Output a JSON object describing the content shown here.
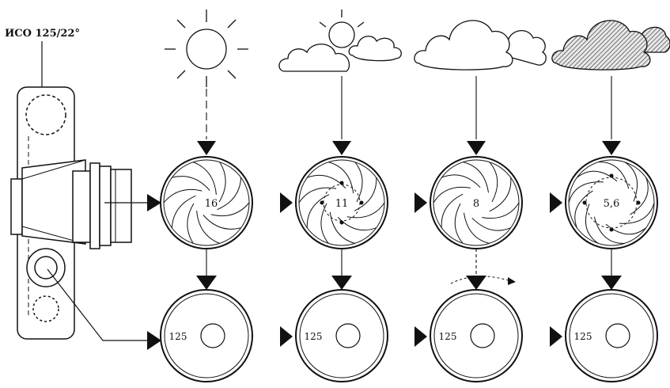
{
  "iso_label": "ИСО 125/22°",
  "columns": [
    {
      "weather": "sun",
      "aperture": "16",
      "shutter": "125"
    },
    {
      "weather": "sun-clouds",
      "aperture": "11",
      "shutter": "125"
    },
    {
      "weather": "clouds",
      "aperture": "8",
      "shutter": "125"
    },
    {
      "weather": "dark-clouds",
      "aperture": "5,6",
      "shutter": "125"
    }
  ],
  "icons": {
    "camera": "camera-icon",
    "sun": "sun-icon",
    "cloud": "cloud-icon",
    "iris": "aperture-diaphragm-icon",
    "dial": "shutter-speed-dial-icon"
  },
  "colors": {
    "ink": "#111111",
    "paper": "#ffffff",
    "hatch": "#555555"
  }
}
